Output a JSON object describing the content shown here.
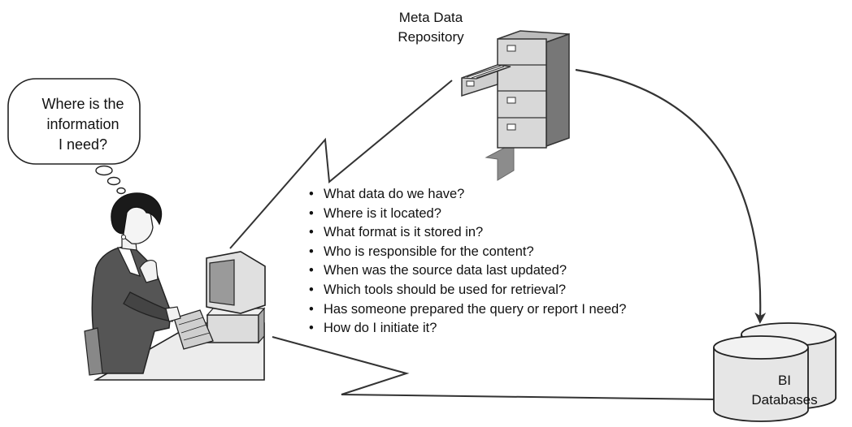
{
  "repository": {
    "title_line1": "Meta Data",
    "title_line2": "Repository"
  },
  "thought_bubble": {
    "line1": "Where is the",
    "line2": "information",
    "line3": "I need?"
  },
  "database": {
    "line1": "BI",
    "line2": "Databases"
  },
  "questions": [
    "What data do we have?",
    "Where is it located?",
    "What format is it stored in?",
    "Who is responsible for the content?",
    "When was the source data last updated?",
    "Which tools should be used for retrieval?",
    "Has someone prepared the query or report I need?",
    "How do I initiate it?"
  ],
  "icons": [
    "thought-bubble-icon",
    "user-at-computer-icon",
    "file-cabinet-icon",
    "database-cylinder-icon",
    "lightning-bolt-icon",
    "curved-arrow-icon",
    "block-arrow-icon"
  ],
  "colors": {
    "line": "#333333",
    "gray_fill": "#8c8c8c",
    "light_fill": "#e6e6e6"
  }
}
